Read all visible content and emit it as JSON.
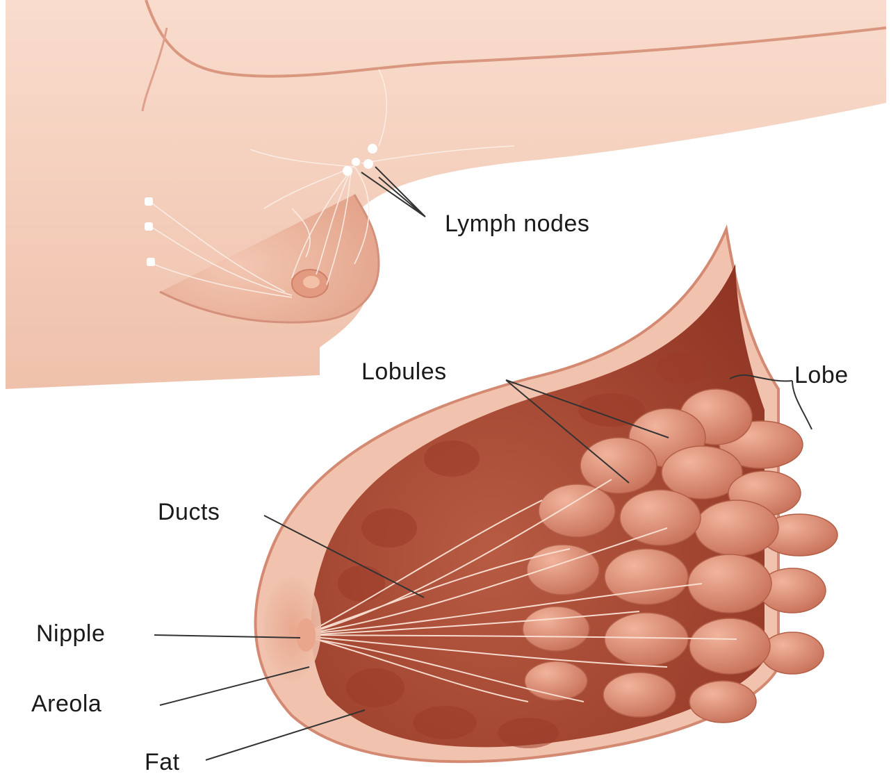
{
  "labels": {
    "lymph_nodes": "Lymph nodes",
    "lobules": "Lobules",
    "lobe": "Lobe",
    "ducts": "Ducts",
    "nipple": "Nipple",
    "areola": "Areola",
    "fat": "Fat"
  },
  "colors": {
    "skin_light": "#f6d3c3",
    "skin_mid": "#eab29c",
    "tissue_dark": "#a8432f",
    "lobule": "#d98a70",
    "leader_line": "#333333"
  }
}
